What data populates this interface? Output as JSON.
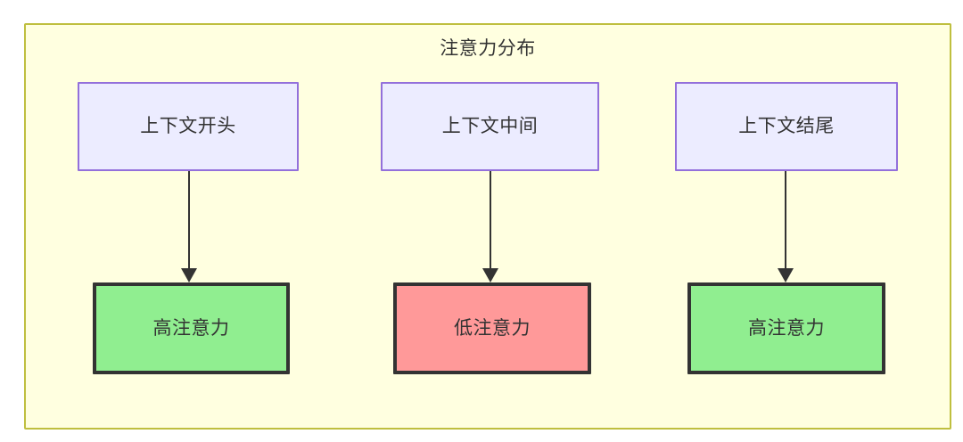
{
  "diagram": {
    "title": "注意力分布",
    "background_color": "#ffffe0",
    "border_color": "#bfbf3f",
    "columns": [
      {
        "source": {
          "label": "上下文开头",
          "fill": "#ececff",
          "stroke": "#9370db"
        },
        "target": {
          "label": "高注意力",
          "fill": "#90ee90",
          "stroke": "#333333"
        },
        "edge": {
          "name": "arrow-down",
          "color": "#333333"
        }
      },
      {
        "source": {
          "label": "上下文中间",
          "fill": "#ececff",
          "stroke": "#9370db"
        },
        "target": {
          "label": "低注意力",
          "fill": "#ff9999",
          "stroke": "#333333"
        },
        "edge": {
          "name": "arrow-down",
          "color": "#333333"
        }
      },
      {
        "source": {
          "label": "上下文结尾",
          "fill": "#ececff",
          "stroke": "#9370db"
        },
        "target": {
          "label": "高注意力",
          "fill": "#90ee90",
          "stroke": "#333333"
        },
        "edge": {
          "name": "arrow-down",
          "color": "#333333"
        }
      }
    ]
  }
}
